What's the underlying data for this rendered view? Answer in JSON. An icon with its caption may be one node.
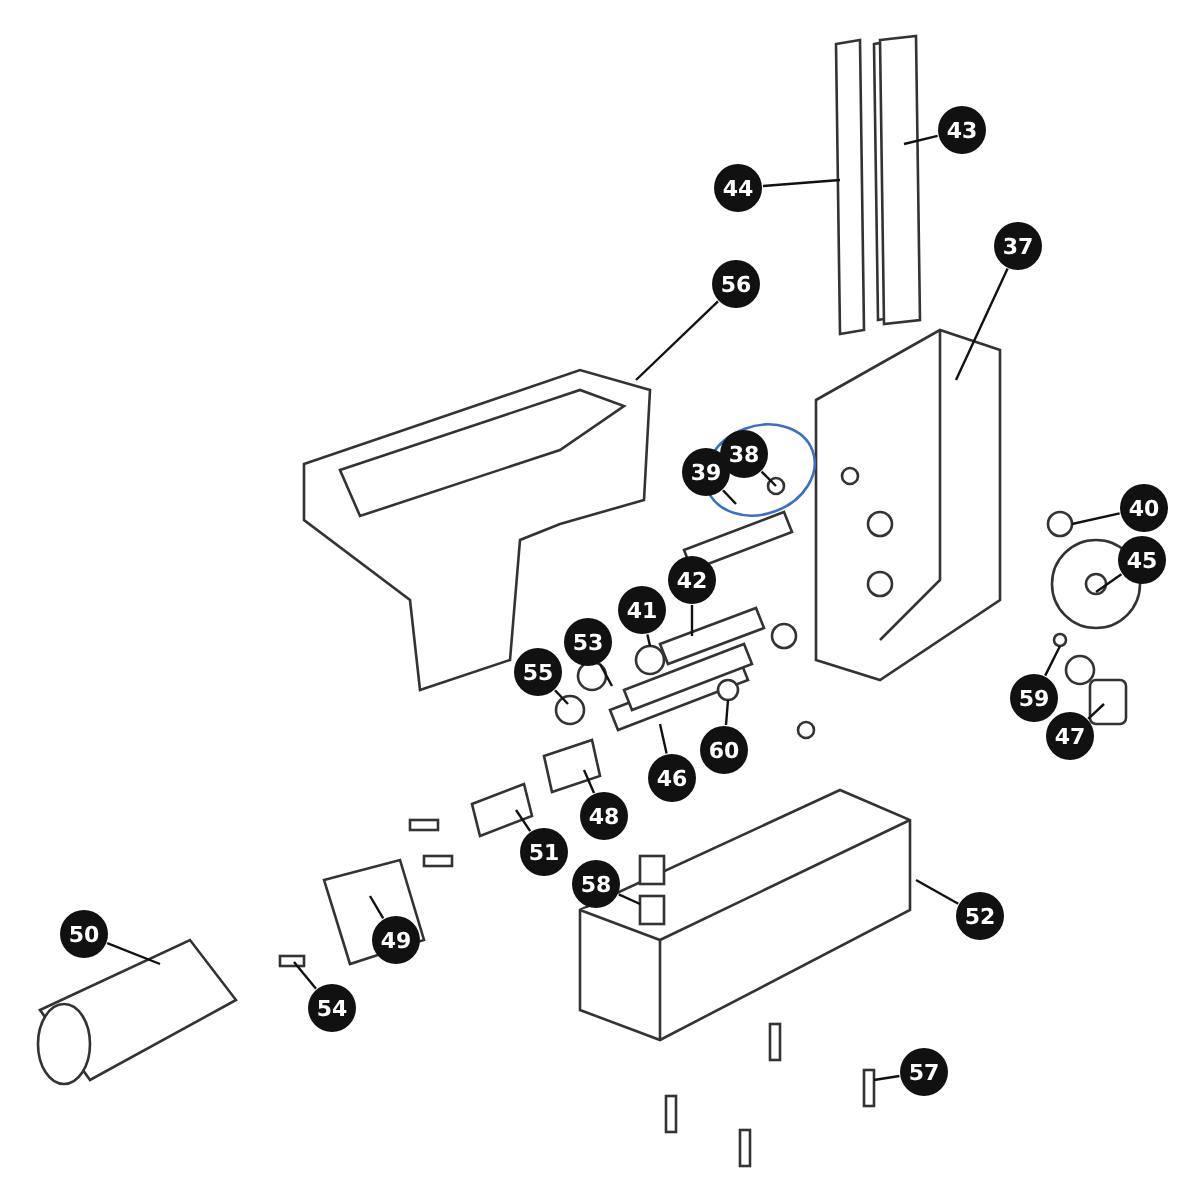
{
  "diagram": {
    "nodes": [
      {
        "text": [
          "43"
        ]
      },
      {
        "text": [
          "44"
        ]
      },
      {
        "text": [
          "37"
        ]
      },
      {
        "text": [
          "56"
        ]
      },
      {
        "text": [
          "38"
        ]
      },
      {
        "text": [
          "39"
        ]
      },
      {
        "text": [
          "40"
        ]
      },
      {
        "text": [
          "45"
        ]
      },
      {
        "text": [
          "42"
        ]
      },
      {
        "text": [
          "41"
        ]
      },
      {
        "text": [
          "53"
        ]
      },
      {
        "text": [
          "55"
        ]
      },
      {
        "text": [
          "59"
        ]
      },
      {
        "text": [
          "47"
        ]
      },
      {
        "text": [
          "60"
        ]
      },
      {
        "text": [
          "46"
        ]
      },
      {
        "text": [
          "48"
        ]
      },
      {
        "text": [
          "51"
        ]
      },
      {
        "text": [
          "58"
        ]
      },
      {
        "text": [
          "52"
        ]
      },
      {
        "text": [
          "50"
        ]
      },
      {
        "text": [
          "49"
        ]
      },
      {
        "text": [
          "54"
        ]
      },
      {
        "text": [
          "57"
        ]
      }
    ],
    "edges": [
      {
        "from": 0,
        "to": null,
        "arrow": "none"
      },
      {
        "from": 1,
        "to": null,
        "arrow": "none"
      },
      {
        "from": 2,
        "to": null,
        "arrow": "none"
      },
      {
        "from": 3,
        "to": null,
        "arrow": "none"
      },
      {
        "from": 4,
        "to": null,
        "arrow": "none"
      },
      {
        "from": 5,
        "to": null,
        "arrow": "none"
      },
      {
        "from": 6,
        "to": null,
        "arrow": "none"
      },
      {
        "from": 7,
        "to": null,
        "arrow": "none"
      },
      {
        "from": 8,
        "to": null,
        "arrow": "none"
      },
      {
        "from": 9,
        "to": null,
        "arrow": "none"
      },
      {
        "from": 10,
        "to": null,
        "arrow": "none"
      },
      {
        "from": 11,
        "to": null,
        "arrow": "none"
      },
      {
        "from": 12,
        "to": null,
        "arrow": "none"
      },
      {
        "from": 13,
        "to": null,
        "arrow": "none"
      },
      {
        "from": 14,
        "to": null,
        "arrow": "none"
      },
      {
        "from": 15,
        "to": null,
        "arrow": "none"
      },
      {
        "from": 16,
        "to": null,
        "arrow": "none"
      },
      {
        "from": 17,
        "to": null,
        "arrow": "none"
      },
      {
        "from": 18,
        "to": null,
        "arrow": "none"
      },
      {
        "from": 19,
        "to": null,
        "arrow": "none"
      },
      {
        "from": 20,
        "to": null,
        "arrow": "none"
      },
      {
        "from": 21,
        "to": null,
        "arrow": "none"
      },
      {
        "from": 22,
        "to": null,
        "arrow": "none"
      },
      {
        "from": 23,
        "to": null,
        "arrow": "none"
      }
    ]
  }
}
